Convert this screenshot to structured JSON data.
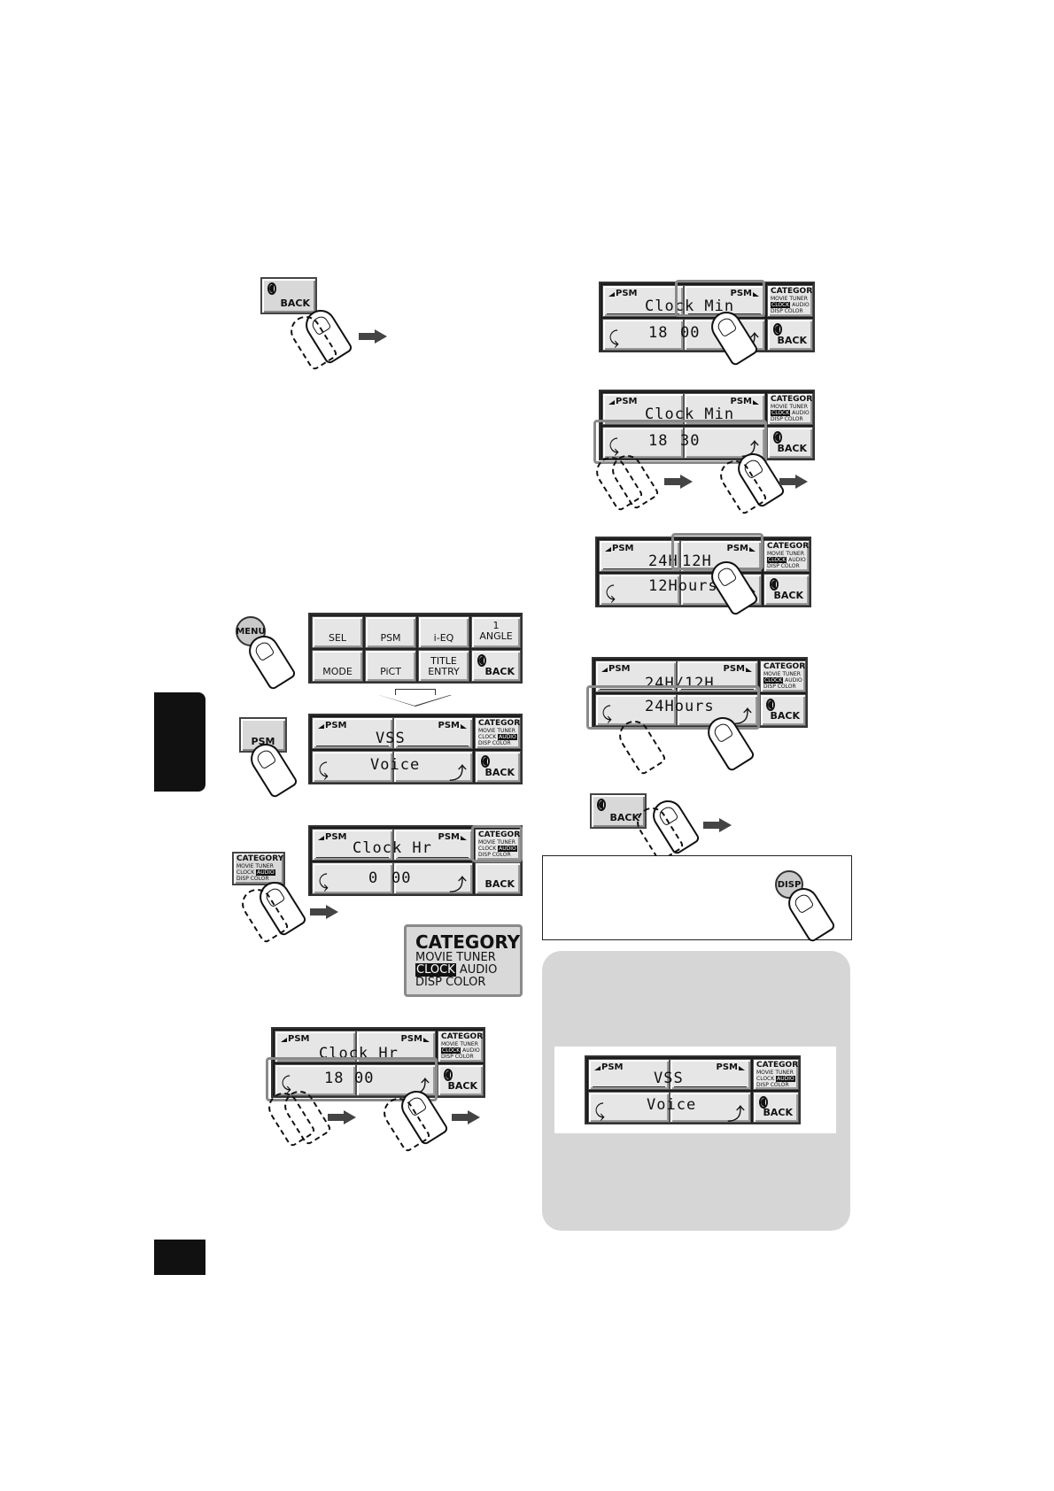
{
  "labels": {
    "psm": "PSM",
    "back": "BACK",
    "category_title": "CATEGORY",
    "cat_row1": "MOVIE TUNER",
    "cat_row2_a": "CLOCK",
    "cat_row2_b": "AUDIO",
    "cat_row3": "DISP  COLOR",
    "menu_btn": "MENU",
    "disp_btn": "DISP"
  },
  "menu_panel": {
    "keys": [
      "SEL",
      "PSM",
      "i-EQ",
      "1\nANGLE",
      "MODE",
      "PiCT",
      "TITLE\nENTRY"
    ]
  },
  "screens": {
    "vss": {
      "top": "VSS",
      "bottom": "Voice"
    },
    "clock_hr_0": {
      "top": "Clock Hr",
      "bottom_a": "0",
      "bottom_b": "00"
    },
    "clock_hr_18": {
      "top": "Clock Hr",
      "bottom_a": "18",
      "bottom_b": "00"
    },
    "clock_min_00": {
      "top": "Clock Min",
      "bottom_a": "18",
      "bottom_b": "00"
    },
    "clock_min_30": {
      "top": "Clock Min",
      "bottom_a": "18",
      "bottom_b": "30"
    },
    "mode_12": {
      "top_a": "24H",
      "top_b": "12H",
      "bottom": "12Hours"
    },
    "mode_24": {
      "top": "24H/12H",
      "bottom": "24Hours"
    },
    "vss_final": {
      "top": "VSS",
      "bottom": "Voice"
    }
  },
  "colors": {
    "panel_cell": "#e6e6e6",
    "highlight": "#8a8a8a",
    "gray_box": "#d6d6d6",
    "tab": "#111111"
  },
  "icons": [
    "hand-finger-icon",
    "right-arrow-icon",
    "back-knob-icon",
    "swipe-left-icon",
    "swipe-right-icon"
  ]
}
